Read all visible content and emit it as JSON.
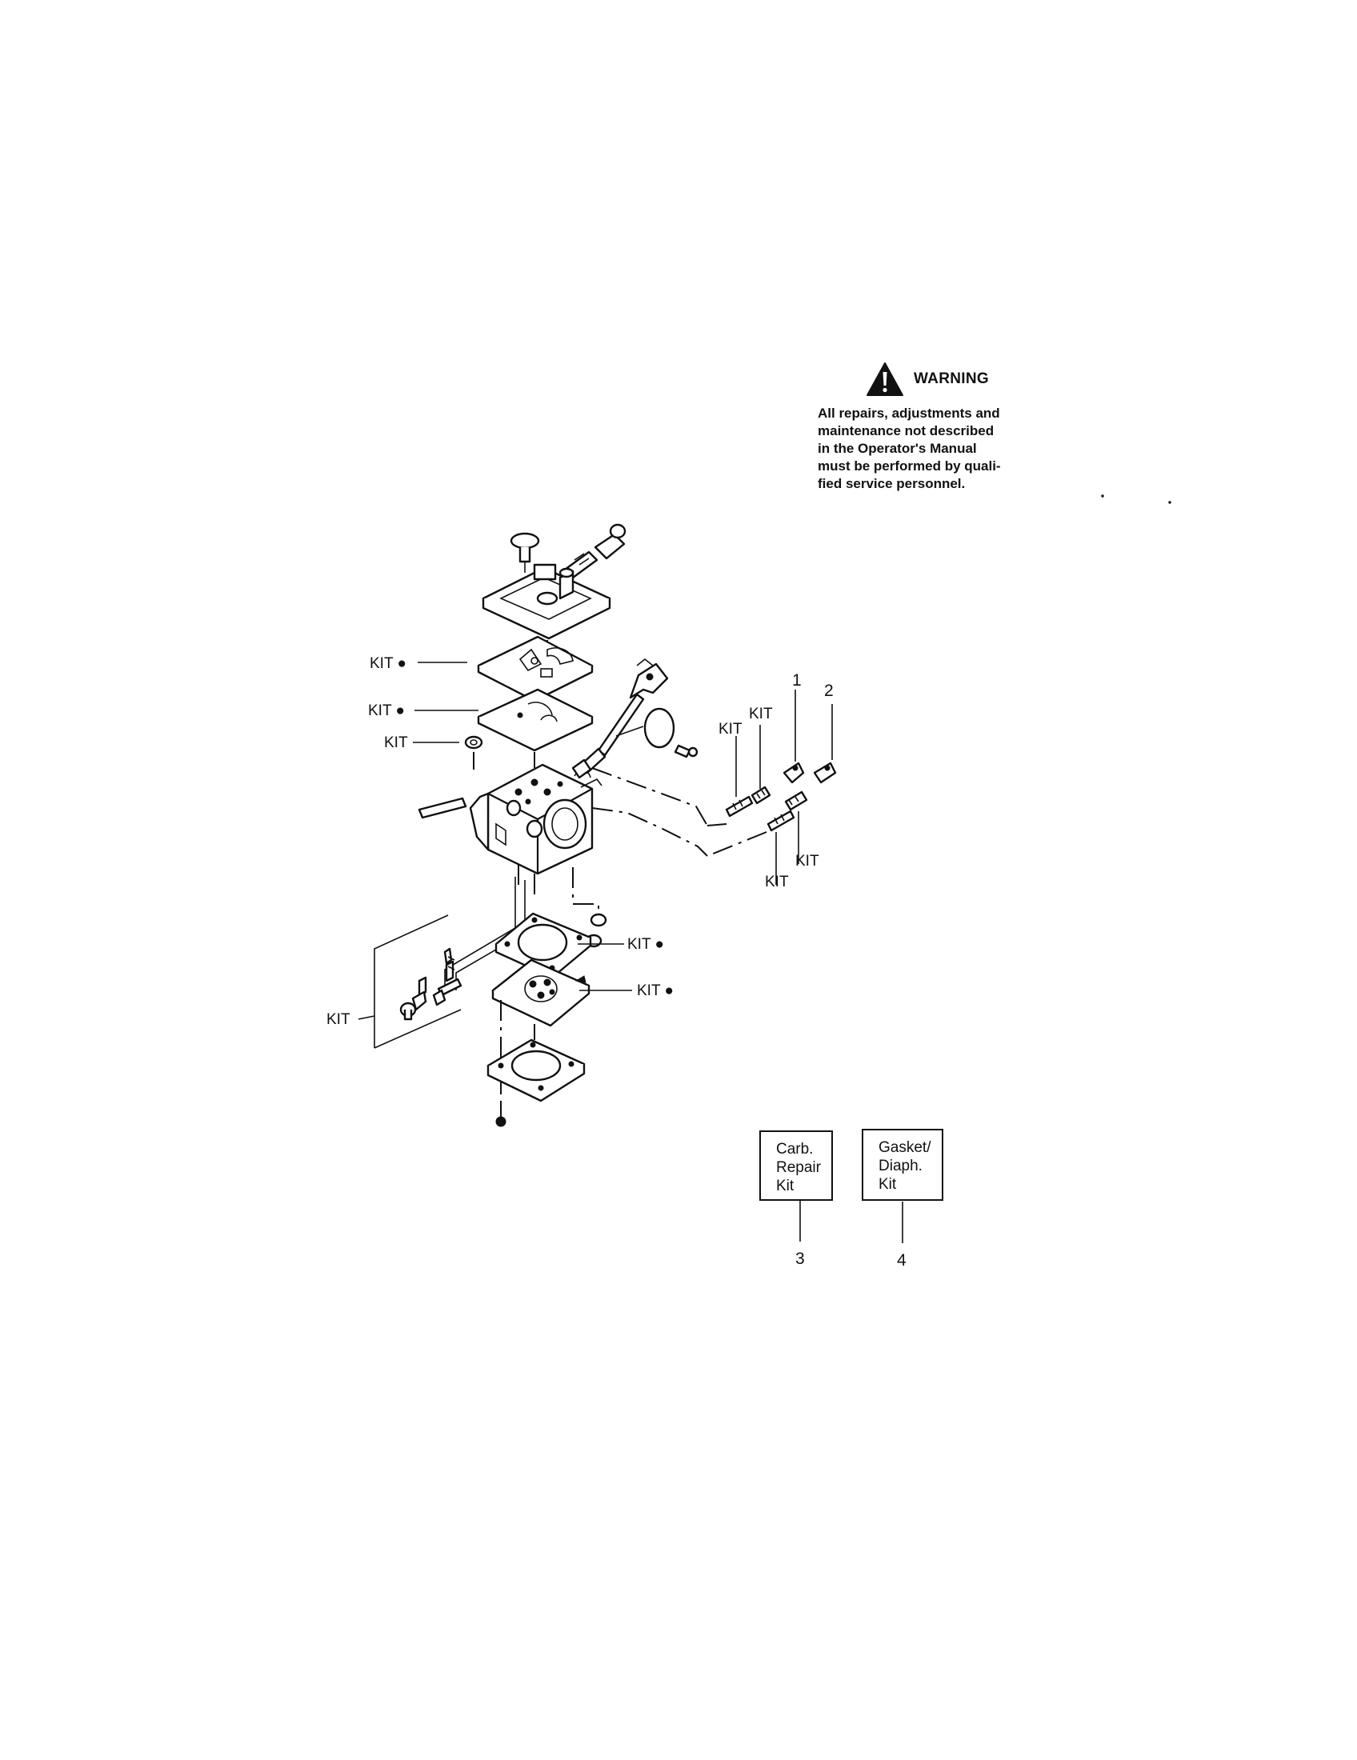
{
  "warning": {
    "icon": "warning-triangle-icon",
    "title": "WARNING",
    "lines": [
      "All repairs, adjustments and",
      "maintenance not described",
      "in the Operator's Manual",
      "must be performed by quali-",
      "fied service personnel."
    ]
  },
  "callouts": {
    "kit": "KIT",
    "kit_dot": "KIT ●",
    "kit_dot_left": "KIT ●",
    "ref_1": "1",
    "ref_2": "2",
    "ref_3": "3",
    "ref_4": "4"
  },
  "kits": {
    "carb_repair": [
      "Carb.",
      "Repair",
      "Kit"
    ],
    "gasket_diaph": [
      "Gasket/",
      "Diaph.",
      "Kit"
    ]
  },
  "colors": {
    "ink": "#111111",
    "paper": "#ffffff"
  }
}
